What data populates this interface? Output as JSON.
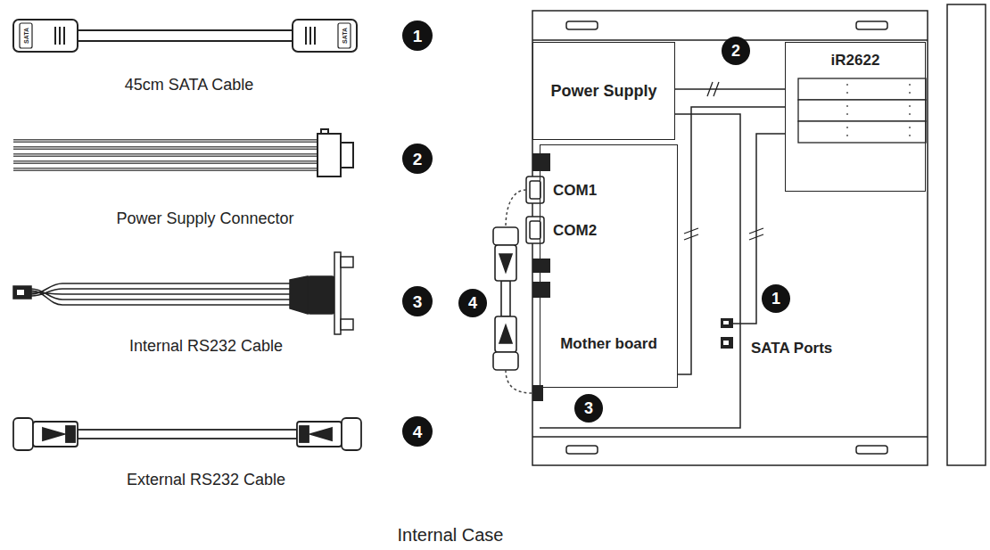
{
  "diagram": {
    "caption": "Internal Case",
    "nodes": [
      {
        "text": [
          "Power Supply"
        ]
      },
      {
        "text": [
          "iR2622"
        ]
      },
      {
        "text": [
          "Mother board"
        ]
      }
    ],
    "edges": [
      {
        "from": 0,
        "to": 1,
        "arrow": "none"
      },
      {
        "from": 2,
        "to": 1,
        "arrow": "none"
      }
    ],
    "labels": [
      "SATA",
      "SATA",
      "1",
      "45cm SATA Cable",
      "2",
      "Power Supply Connector",
      "3",
      "Internal RS232 Cable",
      "4",
      "External RS232 Cable",
      "2",
      "COM1",
      "COM2",
      "4",
      "1",
      "SATA Ports",
      "3"
    ]
  }
}
